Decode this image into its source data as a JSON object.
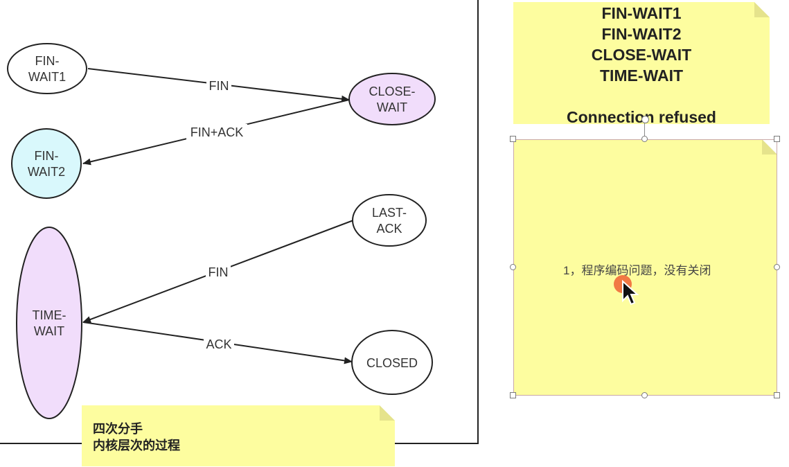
{
  "diagram": {
    "nodes": [
      {
        "id": "fin-wait1",
        "label_lines": [
          "FIN-",
          "WAIT1"
        ],
        "fill": "#ffffff"
      },
      {
        "id": "close-wait",
        "label_lines": [
          "CLOSE-",
          "WAIT"
        ],
        "fill": "#f1ddfb"
      },
      {
        "id": "fin-wait2",
        "label_lines": [
          "FIN-",
          "WAIT2"
        ],
        "fill": "#d9f8fc"
      },
      {
        "id": "last-ack",
        "label_lines": [
          "LAST-",
          "ACK"
        ],
        "fill": "#ffffff"
      },
      {
        "id": "time-wait",
        "label_lines": [
          "TIME-",
          "WAIT"
        ],
        "fill": "#f1ddfb"
      },
      {
        "id": "closed",
        "label_lines": [
          "CLOSED"
        ],
        "fill": "#ffffff"
      }
    ],
    "edges": [
      {
        "from": "fin-wait1",
        "to": "close-wait",
        "label": "FIN"
      },
      {
        "from": "close-wait",
        "to": "fin-wait2",
        "label": "FIN+ACK"
      },
      {
        "from": "last-ack",
        "to": "time-wait",
        "label": "FIN"
      },
      {
        "from": "time-wait",
        "to": "closed",
        "label": "ACK"
      }
    ]
  },
  "notes": {
    "states": {
      "lines": [
        "FIN-WAIT1",
        "FIN-WAIT2",
        "CLOSE-WAIT",
        "TIME-WAIT"
      ],
      "refused": "Connection refused"
    },
    "handshake": {
      "line1": "四次分手",
      "line2": "内核层次的过程"
    },
    "selected": {
      "text": "1，程序编码问题，没有关闭"
    }
  },
  "colors": {
    "note_fill": "#fdfd9f",
    "stroke": "#222222",
    "cursor_highlight": "#f06a3a"
  }
}
